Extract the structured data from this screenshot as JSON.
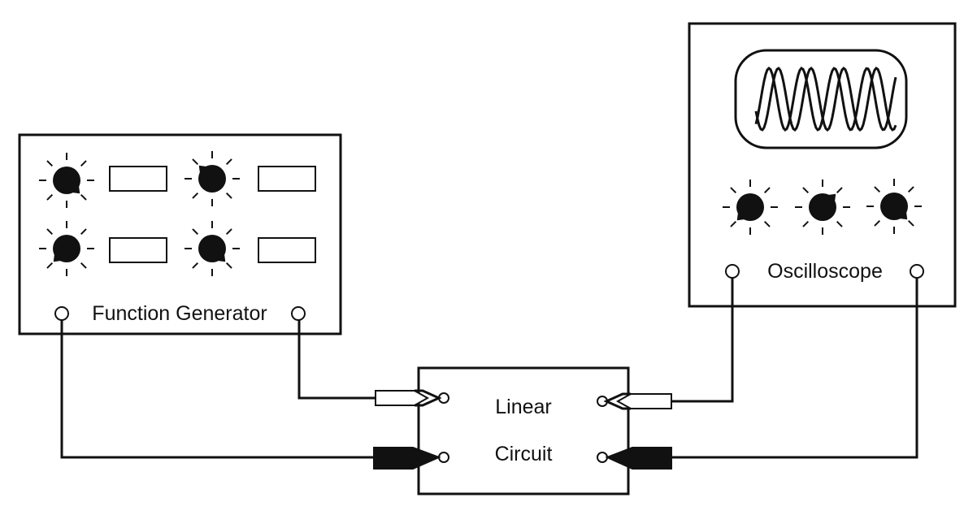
{
  "function_generator": {
    "label": "Function Generator",
    "knobs": [
      {
        "name": "knob-1",
        "pointer_angle_deg": 45
      },
      {
        "name": "knob-2",
        "pointer_angle_deg": -135
      },
      {
        "name": "knob-3",
        "pointer_angle_deg": 135
      },
      {
        "name": "knob-4",
        "pointer_angle_deg": 45
      }
    ]
  },
  "oscilloscope": {
    "label": "Oscilloscope",
    "knobs": [
      {
        "name": "knob-1",
        "pointer_angle_deg": 135
      },
      {
        "name": "knob-2",
        "pointer_angle_deg": -45
      },
      {
        "name": "knob-3",
        "pointer_angle_deg": 45
      }
    ]
  },
  "linear_circuit": {
    "label_line1": "Linear",
    "label_line2": "Circuit"
  },
  "colors": {
    "stroke": "#111111",
    "background": "#ffffff"
  }
}
